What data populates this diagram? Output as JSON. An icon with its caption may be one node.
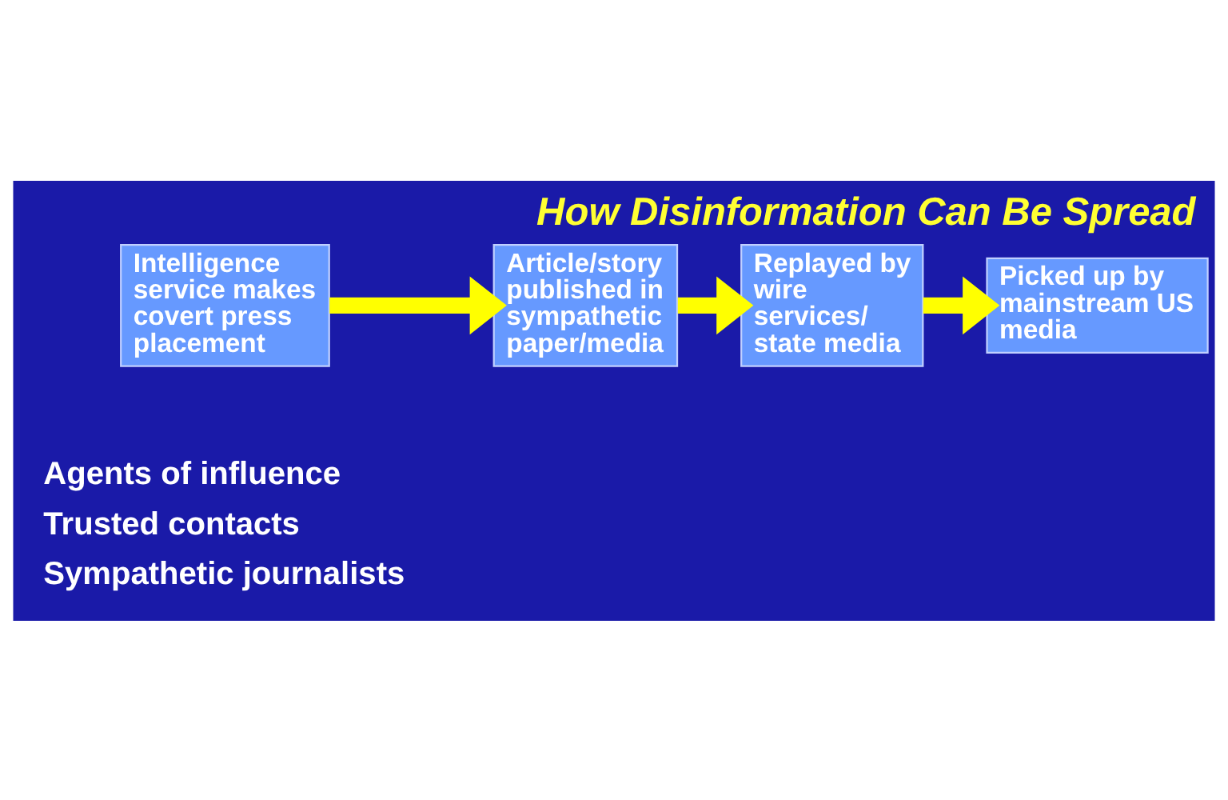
{
  "diagram": {
    "title": "How Disinformation Can Be Spread",
    "nodes": [
      {
        "text": [
          "Intelligence service makes covert press placement"
        ]
      },
      {
        "text": [
          "Article/story published in sympathetic paper/media"
        ]
      },
      {
        "text": [
          "Replayed by wire services/ state media"
        ]
      },
      {
        "text": [
          "Picked up by mainstream US media"
        ]
      }
    ],
    "edges": [
      {
        "from": 0,
        "to": 1,
        "arrow": "to"
      },
      {
        "from": 1,
        "to": 2,
        "arrow": "to"
      },
      {
        "from": 2,
        "to": 3,
        "arrow": "to"
      }
    ],
    "labels": [
      "Agents of influence",
      "Trusted contacts",
      "Sympathetic journalists"
    ]
  }
}
